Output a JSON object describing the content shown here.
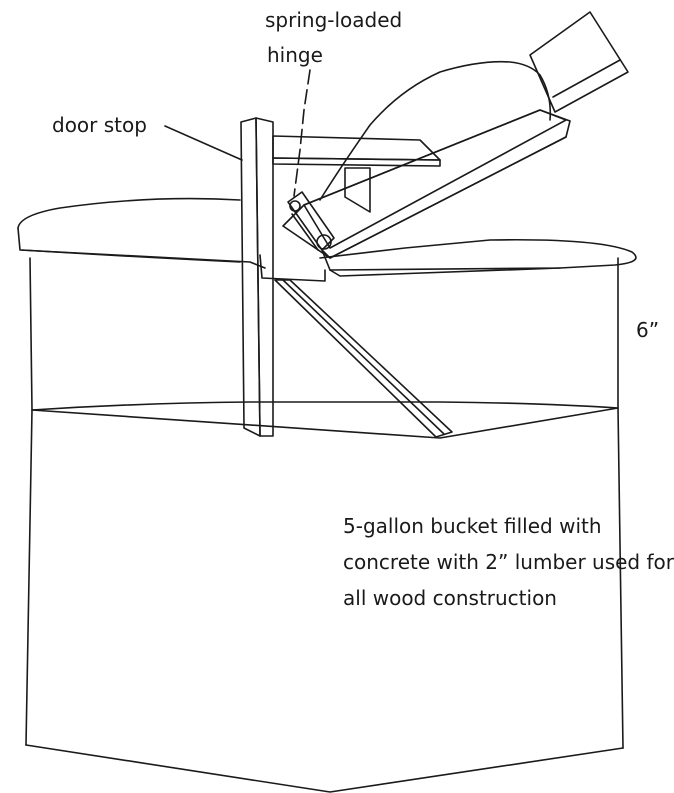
{
  "labels": {
    "hinge_line1": "spring-loaded",
    "hinge_line2": "hinge",
    "door_stop": "door stop",
    "height": "6”",
    "caption": "5-gallon bucket filled with\nconcrete with 2” lumber used for\nall wood construction"
  },
  "colors": {
    "stroke": "#1a1a1a",
    "background": "#ffffff"
  }
}
